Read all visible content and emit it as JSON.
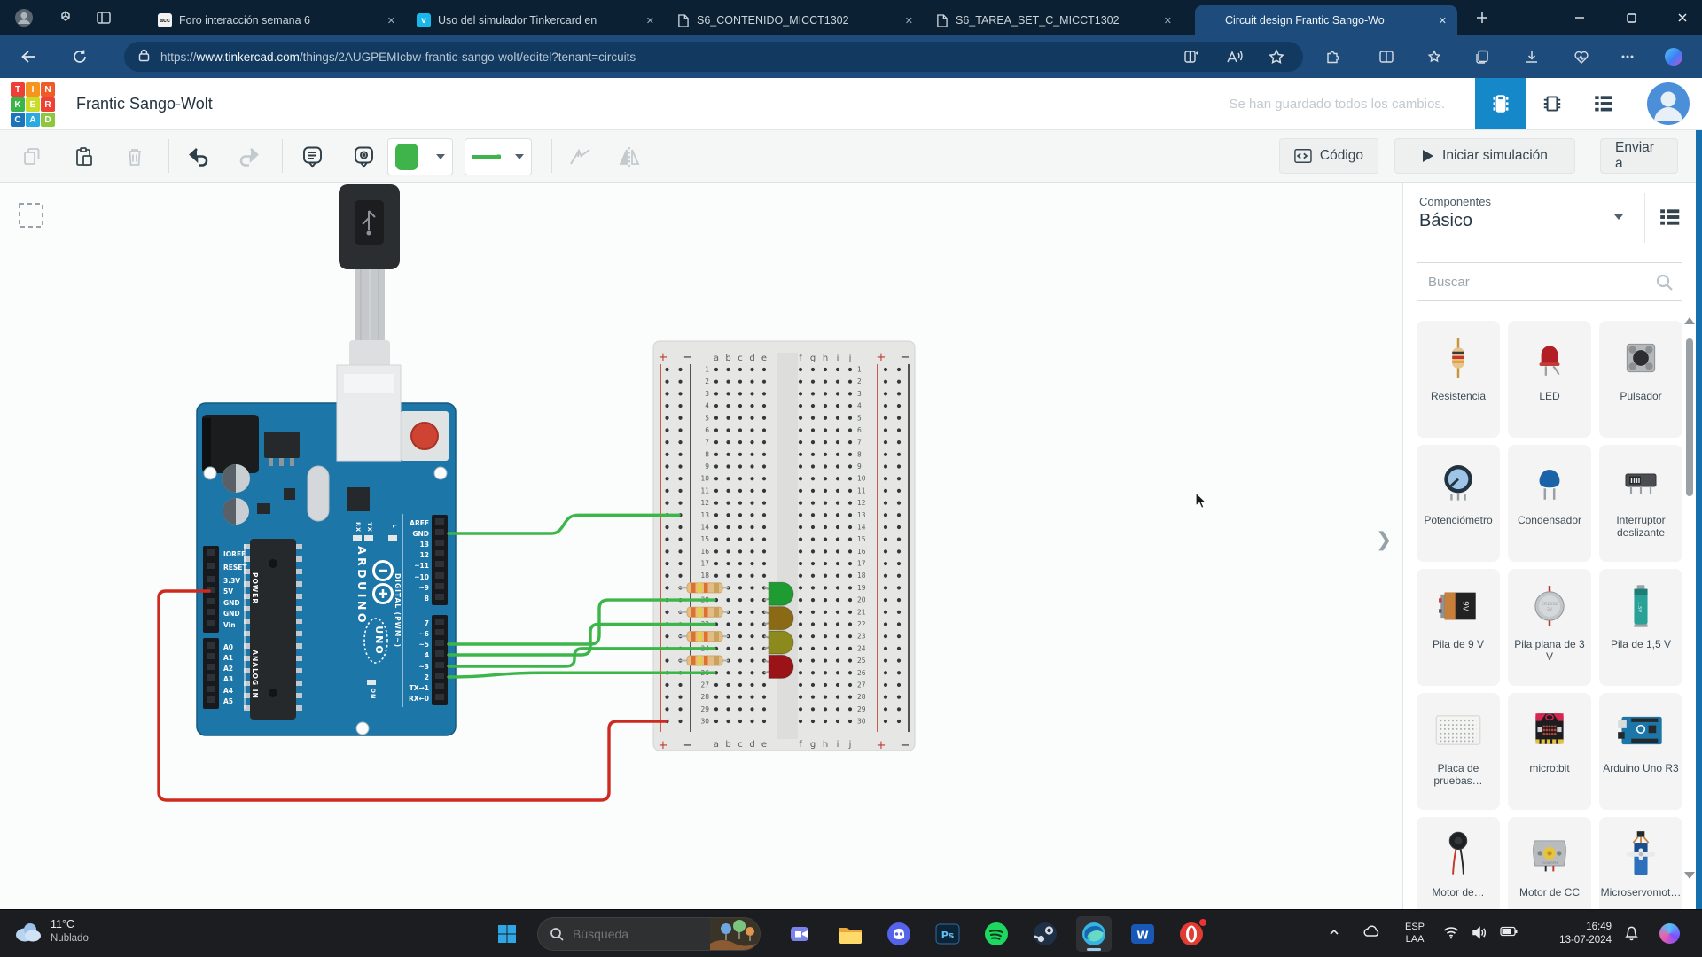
{
  "browser": {
    "tabs": [
      {
        "title": "Foro interacción semana 6",
        "favicon": "acc",
        "active": false
      },
      {
        "title": "Uso del simulador Tinkercard en",
        "favicon": "vimeo",
        "active": false
      },
      {
        "title": "S6_CONTENIDO_MICCT1302",
        "favicon": "doc",
        "active": false
      },
      {
        "title": "S6_TAREA_SET_C_MICCT1302",
        "favicon": "doc",
        "active": false
      },
      {
        "title": "Circuit design Frantic Sango-Wo",
        "favicon": "tinkercad",
        "active": true
      }
    ],
    "url": {
      "scheme": "https://",
      "host": "www.tinkercad.com",
      "path": "/things/2AUGPEMIcbw-frantic-sango-wolt/editel?tenant=circuits"
    }
  },
  "header": {
    "logo_rows": [
      [
        "T",
        "I",
        "N"
      ],
      [
        "K",
        "E",
        "R"
      ],
      [
        "C",
        "A",
        "D"
      ]
    ],
    "logo_colors": [
      [
        "#ef3e36",
        "#f7941e",
        "#f05a28"
      ],
      [
        "#3bb54a",
        "#cbdb2a",
        "#ee4035"
      ],
      [
        "#1b75bb",
        "#29abe2",
        "#8dc63f"
      ]
    ],
    "title": "Frantic Sango-Wolt",
    "save_status": "Se han guardado todos los cambios."
  },
  "toolbar": {
    "code": "Código",
    "simulate": "Iniciar simulación",
    "send": "Enviar a"
  },
  "panel": {
    "category_label": "Componentes",
    "category_value": "Básico",
    "search_placeholder": "Buscar",
    "components": [
      {
        "label": "Resistencia",
        "icon": "resistor"
      },
      {
        "label": "LED",
        "icon": "led"
      },
      {
        "label": "Pulsador",
        "icon": "button"
      },
      {
        "label": "Potenciómetro",
        "icon": "pot"
      },
      {
        "label": "Condensador",
        "icon": "cap"
      },
      {
        "label": "Interruptor deslizante",
        "icon": "slide"
      },
      {
        "label": "Pila de 9 V",
        "icon": "bat9"
      },
      {
        "label": "Pila plana de 3 V",
        "icon": "coin"
      },
      {
        "label": "Pila de 1,5 V",
        "icon": "aa"
      },
      {
        "label": "Placa de pruebas…",
        "icon": "bboard"
      },
      {
        "label": "micro:bit",
        "icon": "microbit"
      },
      {
        "label": "Arduino Uno R3",
        "icon": "uno"
      },
      {
        "label": "Motor de…",
        "icon": "vib"
      },
      {
        "label": "Motor de CC",
        "icon": "dc"
      },
      {
        "label": "Microservomot…",
        "icon": "servo"
      }
    ]
  },
  "canvas": {
    "arduino": {
      "brand": "ARDUINO",
      "model": "UNO",
      "power_label": "POWER",
      "analog_label": "ANALOG IN",
      "digital_label": "DIGITAL (PWM~)",
      "on_label": "ON",
      "rx": "RX",
      "tx": "TX",
      "l": "L",
      "power_pins": [
        "IOREF",
        "RESET",
        "3.3V",
        "5V",
        "GND",
        "GND",
        "Vin"
      ],
      "analog_pins": [
        "A0",
        "A1",
        "A2",
        "A3",
        "A4",
        "A5"
      ],
      "digital_top": [
        "AREF",
        "GND",
        "13",
        "12",
        "~11",
        "~10",
        "~9",
        "8"
      ],
      "digital_bottom": [
        "7",
        "~6",
        "~5",
        "4",
        "~3",
        "2",
        "TX→1",
        "RX←0"
      ]
    },
    "breadboard": {
      "left_letters": [
        "a",
        "b",
        "c",
        "d",
        "e"
      ],
      "right_letters": [
        "f",
        "g",
        "h",
        "i",
        "j"
      ],
      "rows": 30,
      "plus": "+",
      "minus": "−"
    },
    "colors": {
      "wire_green": "#3cb549",
      "wire_red": "#ce2b20",
      "board_blue": "#1d76a8",
      "led_colors": [
        "#1f9c31",
        "#8a6a15",
        "#8d8a1d",
        "#991317"
      ]
    }
  },
  "taskbar": {
    "temp": "11°C",
    "condition": "Nublado",
    "search_placeholder": "Búsqueda",
    "apps": [
      {
        "icon": "teams"
      },
      {
        "icon": "explorer"
      },
      {
        "icon": "discord"
      },
      {
        "icon": "photoshop"
      },
      {
        "icon": "spotify"
      },
      {
        "icon": "steam"
      },
      {
        "icon": "edge",
        "active": true
      },
      {
        "icon": "word"
      },
      {
        "icon": "opera",
        "badge": true
      }
    ],
    "lang1": "ESP",
    "lang2": "LAA",
    "time": "16:49",
    "date": "13-07-2024"
  }
}
